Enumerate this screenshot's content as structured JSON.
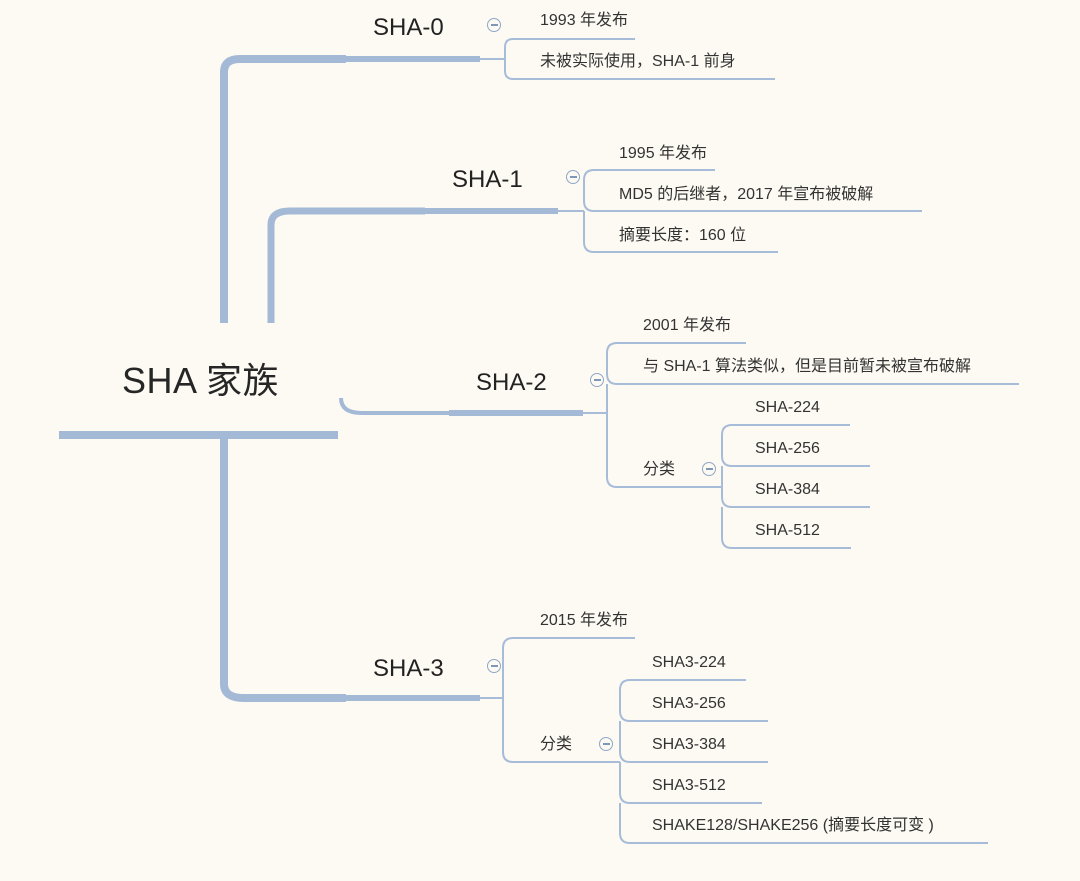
{
  "root": {
    "label": "SHA 家族"
  },
  "branches": [
    {
      "id": "sha0",
      "label": "SHA-0",
      "items": [
        "1993 年发布",
        "未被实际使用，SHA-1 前身"
      ]
    },
    {
      "id": "sha1",
      "label": "SHA-1",
      "items": [
        "1995 年发布",
        "MD5 的后继者，2017 年宣布被破解",
        "摘要长度：160 位"
      ]
    },
    {
      "id": "sha2",
      "label": "SHA-2",
      "items": [
        "2001 年发布",
        "与 SHA-1 算法类似，但是目前暂未被宣布破解"
      ],
      "category": {
        "label": "分类",
        "items": [
          "SHA-224",
          "SHA-256",
          "SHA-384",
          "SHA-512"
        ]
      }
    },
    {
      "id": "sha3",
      "label": "SHA-3",
      "items": [
        "2015 年发布"
      ],
      "category": {
        "label": "分类",
        "items": [
          "SHA3-224",
          "SHA3-256",
          "SHA3-384",
          "SHA3-512",
          "SHAKE128/SHAKE256 (摘要长度可变 )"
        ]
      }
    }
  ],
  "colors": {
    "line": "#a3b9d6",
    "thin_line": "#a7bcd8",
    "background": "#fdfaf3",
    "text": "#2b2b2b"
  }
}
